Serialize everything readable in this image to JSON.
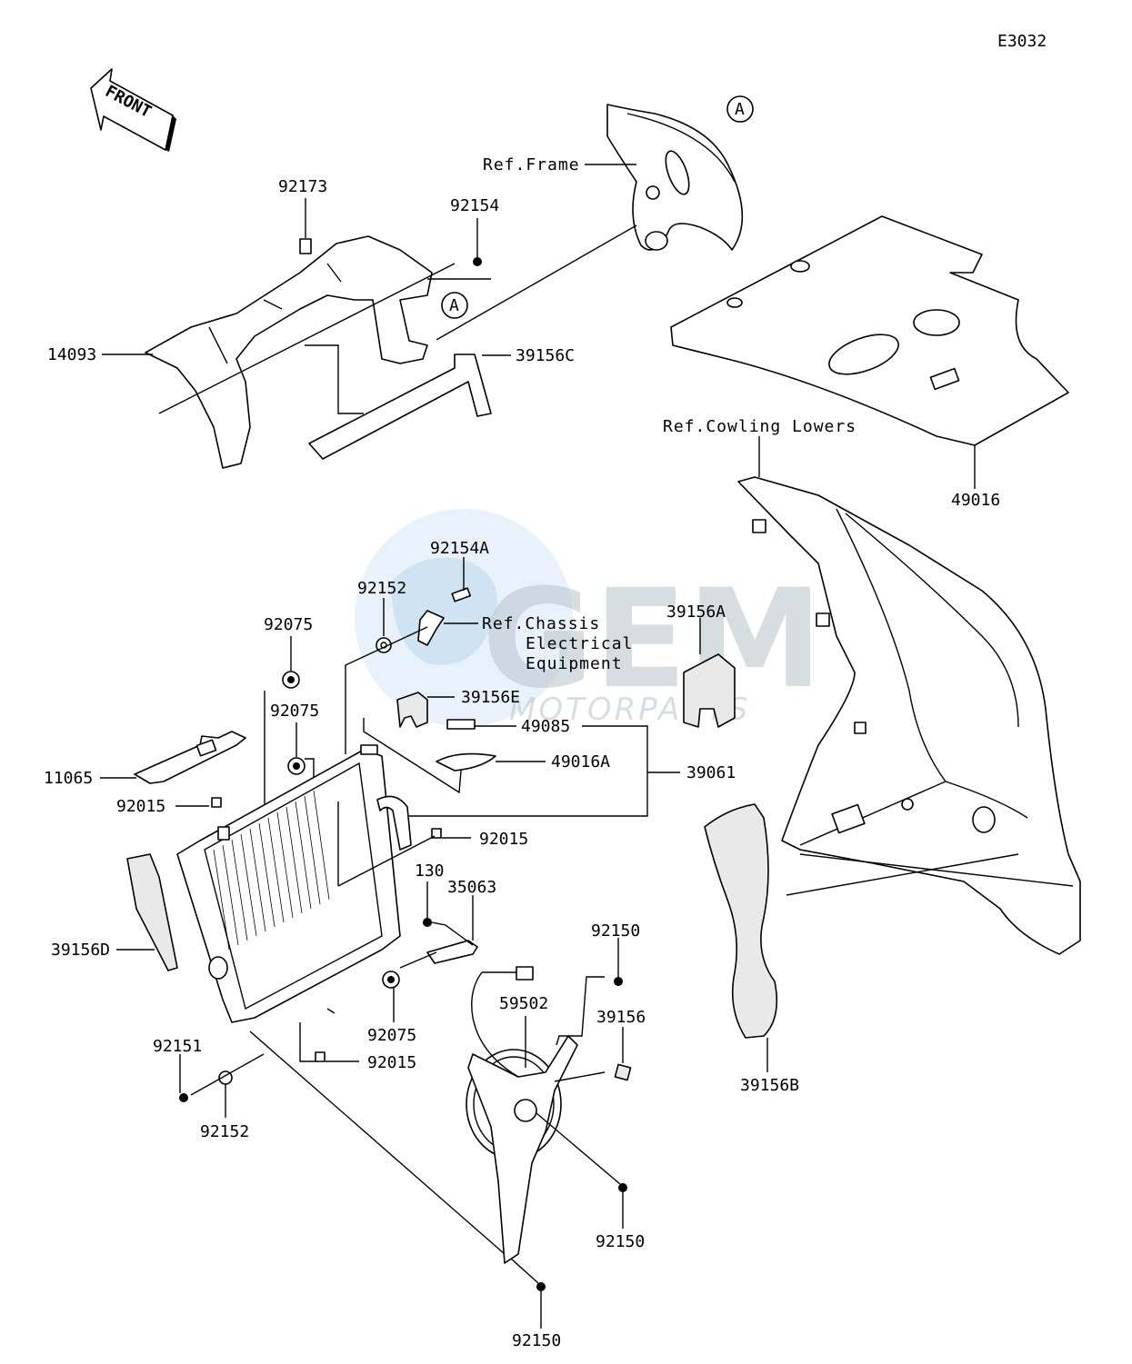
{
  "diagram_code": "E3032",
  "front_arrow": {
    "label": "FRONT",
    "icon": "front-arrow-icon"
  },
  "watermark": {
    "logo_text": "GEM",
    "sub_text": "MOTORPARTS"
  },
  "callout": "A",
  "references": {
    "frame": "Ref.Frame",
    "cowling_lowers": "Ref.Cowling Lowers",
    "chassis_line1": "Ref.Chassis",
    "chassis_line2": "Electrical",
    "chassis_line3": "Equipment"
  },
  "parts": {
    "p92173": "92173",
    "p92154": "92154",
    "p14093": "14093",
    "p39156C": "39156C",
    "p49016": "49016",
    "p92154A": "92154A",
    "p92152_top": "92152",
    "p92075_a": "92075",
    "p92075_b": "92075",
    "p39156A": "39156A",
    "p39156E": "39156E",
    "p49085": "49085",
    "p49016A": "49016A",
    "p39061": "39061",
    "p11065": "11065",
    "p92015_a": "92015",
    "p92015_b": "92015",
    "p130": "130",
    "p35063": "35063",
    "p39156D": "39156D",
    "p92150_a": "92150",
    "p59502": "59502",
    "p39156": "39156",
    "p92075_c": "92075",
    "p92015_c": "92015",
    "p92151": "92151",
    "p92152_bot": "92152",
    "p39156B": "39156B",
    "p92150_b": "92150",
    "p92150_c": "92150"
  }
}
